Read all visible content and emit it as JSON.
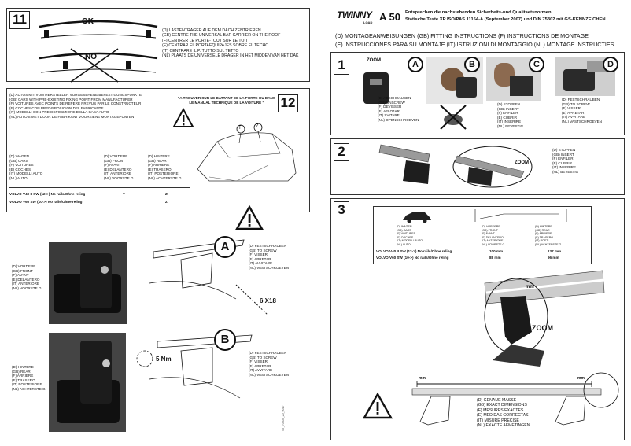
{
  "left_page": {
    "step11": {
      "number": "11",
      "ok_label": "OK",
      "no_label": "NO",
      "lines": [
        "(D) LASTENTRÄGER AUF DEM DACH ZENTRIEREN",
        "(GB) CENTRE THE UNIVERSAL BAR CARRIER ON THE ROOF",
        "(F) CENTRER LE PORTE-TOUT SUR LE TOIT",
        "(E) CENTRAR EL PORTAEQUIPAJES SOBRE EL TECHO",
        "(IT) CENTRARE IL P. TUTTO SUL TETTO",
        "(NL) PLAATS DE UNIVERSELE DRAGER IN HET MIDDEN VAN HET DAK"
      ]
    },
    "step12": {
      "number": "12",
      "intro_lines": [
        "(D) AUTOS MIT VOM HERSTELLER VORGESEHENE BEFESTIGUNGSPUNKTE",
        "(GB) CARS WITH PRE-EXISTING FIXING POINT FROM MANUFACTURER",
        "(F) VOITURES AVEC POINTS DE REPERE PREVUS PAR LE CONSTRUCTEUR",
        "(E) COCHES CON PREDISPOSICION DEL FABRICANTE",
        "(IT) MODELLI CON PREDISPOSIZIONE DELLA CASA AUTO",
        "(NL) AUTO'S MET DOOR DE FABRIKANT VOORZIENE MONTAGEPUNTEN"
      ],
      "door_note": "\"A TROUVER SUR LE BATTANT DE LA PORTE OU DANS LE MANUAL TECHNIQUE DE LA VOITURE \"",
      "col1": [
        "(D) WAGEN",
        "(GB) CARS",
        "(F) VOITURES",
        "(E) COCHES",
        "(IT) MODELLI AUTO",
        "(NL) AUTO"
      ],
      "col2": [
        "(D) VORDERE",
        "(GB) FRONT",
        "(F) AVANT",
        "(E) DELANTERO",
        "(IT) ANTERIORE",
        "(NL) VOORSTE G."
      ],
      "col3": [
        "(D) HINTERE",
        "(GB) REAR",
        "(F) ARRIERE",
        "(E) TRASERO",
        "(IT) POSTERIORE",
        "(NL) ACHTERSTE G."
      ],
      "rows": [
        {
          "car": "VOLVO V40 II SW (12->) No rails/Ohne reling",
          "front": "T",
          "rear": "Z"
        },
        {
          "car": "VOLVO V60 SW (10->) No rails/Ohne reling",
          "front": "T",
          "rear": "Z"
        }
      ],
      "marker_t": "T",
      "marker_z": "Z"
    },
    "lower": {
      "front_lines": [
        "(D) VORDERE",
        "(GB) FRONT",
        "(F) AVANT",
        "(E) DELANTERO",
        "(IT) ANTERIORE",
        "(NL) VOORSTE G."
      ],
      "rear_lines": [
        "(D) HINTERE",
        "(GB) REAR",
        "(F) ARRIERE",
        "(E) TRASERO",
        "(IT) POSTERIORE",
        "(NL) ACHTERSTE G."
      ],
      "a_label": "A",
      "b_label": "B",
      "a_lines": [
        "(D) FESTSCHRAUBEN",
        "(GB) TO SCREW",
        "(F) VISSER",
        "(E) APRETAR",
        "(IT) AVVITARE",
        "(NL) VASTSCHROEVEN"
      ],
      "b_lines": [
        "(D) FESTSCHRAUBEN",
        "(GB) TO SCREW",
        "(F) VISSER",
        "(E) APRETAR",
        "(IT) AVVITARE",
        "(NL) VASTSCHROEVEN"
      ],
      "screws": "6 X18",
      "torque": "5 Nm",
      "vertical_code": "ST_70304_20_0017"
    }
  },
  "right_page": {
    "brand": "TWINNY",
    "brand_sub": "LOAD",
    "model": "A 50",
    "standards_line1": "Entsprechen die nachstehenden Sicherheits-und Qualitaetsnormen:",
    "standards_line2": "Statische Teste XP ISO/PAS 11154-A (September 2007) und DIN 75302 mit GS-KENNZEICHEN.",
    "instructions_line1": "(D) MONTAGEANWEISUNGEN  (GB) FITTING INSTRUCTIONS  (F) INSTRUCTIONS DE MONTAGE",
    "instructions_line2": "(E) INSTRUCCIONES PARA SU MONTAJE (IT) ISTRUZIONI DI MONTAGGIO (NL) MONTAGE INSTRUCTIES.",
    "step1": {
      "number": "1",
      "zoom": "ZOOM",
      "letters": [
        "A",
        "B",
        "C",
        "D"
      ],
      "loosen_lines": [
        "(D) ABSCHRAUBEN",
        "(GB) UNSCREW",
        "(F) DEVISSER",
        "(E) AFLOJAR",
        "(IT) SVITARE",
        "(NL) OPENSCHROEVEN"
      ],
      "insert_lines": [
        "(D) STOPFEN",
        "(GB) INSERT",
        "(F) ENFILER",
        "(E) CUBRIR",
        "(IT) INSERIRE",
        "(NL) BEVESTIG"
      ],
      "screw_lines": [
        "(D) FESTSCHRAUBEN",
        "(GB) TO SCREW",
        "(F) VISSER",
        "(E) APRETAR",
        "(IT) AVVITARE",
        "(NL) VASTSCHROEVEN"
      ]
    },
    "step2": {
      "number": "2",
      "zoom": "ZOOM",
      "lines": [
        "(D) STOPFEN",
        "(GB) INSERT",
        "(F) ENFILER",
        "(E) CUBRIR",
        "(IT) INSERIRE",
        "(NL) BEVESTIG"
      ]
    },
    "step3": {
      "number": "3",
      "col1": [
        "(D) WAGEN",
        "(GB) CARS",
        "(F) VOITURES",
        "(E) COCHES",
        "(IT) MODELLI AUTO",
        "(NL) AUTO"
      ],
      "col2": [
        "(D) VORDERE",
        "(GB) FRONT",
        "(F) AVANT",
        "(E) DELANTERO",
        "(IT) ANTERIORE",
        "(NL) VOORSTE G."
      ],
      "col3": [
        "(D) HINTERE",
        "(GB) REAR",
        "(F) ARRIERE",
        "(E) TRASERO",
        "(IT) POSTI",
        "(NL) ACHTERSTE G."
      ],
      "rows": [
        {
          "car": "VOLVO V40 II SW (12->) No rails/Ohne reling",
          "front": "100 mm",
          "rear": "137 mm"
        },
        {
          "car": "VOLVO V60 SW (10->) No rails/Ohne reling",
          "front": "88 mm",
          "rear": "96 mm"
        }
      ],
      "mm": "mm",
      "zoom": "ZOOM",
      "measure_lines": [
        "(D) GENAUE MASSE",
        "(GB) EXACT DIMENSIONS",
        "(F) MESURES EXACTES",
        "(E) MEDIDAS CORRECTAS",
        "(IT) MISURE PRECISE",
        "(NL) EXACTE AFMETINGEN"
      ]
    }
  }
}
